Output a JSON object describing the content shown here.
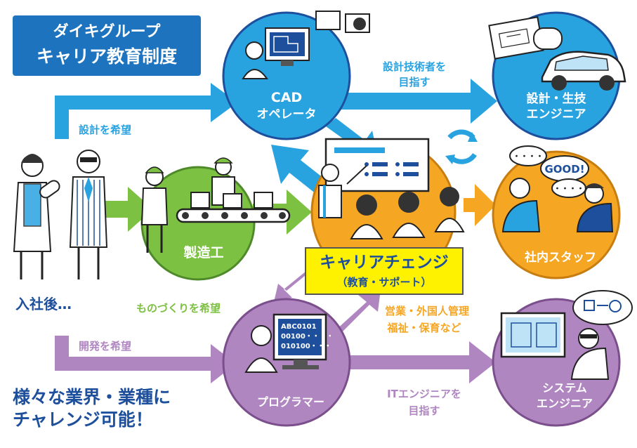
{
  "title": {
    "line1": "ダイキグループ",
    "line2": "キャリア教育制度"
  },
  "nodes": {
    "cad": {
      "line1": "CAD",
      "line2": "オペレータ"
    },
    "design_engineer": {
      "line1": "設計・生技",
      "line2": "エンジニア"
    },
    "manufacturing": {
      "label": "製造工"
    },
    "in_house_staff": {
      "label": "社内スタッフ"
    },
    "programmer": {
      "label": "プログラマー"
    },
    "system_engineer": {
      "line1": "システム",
      "line2": "エンジニア"
    }
  },
  "arrows": {
    "want_design": "設計を希望",
    "aim_design_line1": "設計技術者を",
    "aim_design_line2": "目指す",
    "want_monozukuri": "ものづくりを希望",
    "want_development": "開発を希望",
    "aim_it_line1": "ITエンジニアを",
    "aim_it_line2": "目指す",
    "other_jobs_line1": "営業・外国人管理",
    "other_jobs_line2": "福祉・保育など"
  },
  "start_label": "入社後…",
  "career_change": {
    "main": "キャリアチェンジ",
    "sub": "（教育・サポート）"
  },
  "speech": {
    "good": "GOOD!",
    "dots": "・・・・"
  },
  "screen_code": [
    "ABC0101",
    "00100・・・・",
    "010100・・・"
  ],
  "bottom": {
    "line1": "様々な業界・業種に",
    "line2": "チャレンジ可能！"
  },
  "colors": {
    "blue": "#29a3e0",
    "dark_blue": "#1d4f9c",
    "green": "#7dc142",
    "orange": "#f5a623",
    "purple": "#b086c1",
    "yellow": "#fff200"
  }
}
